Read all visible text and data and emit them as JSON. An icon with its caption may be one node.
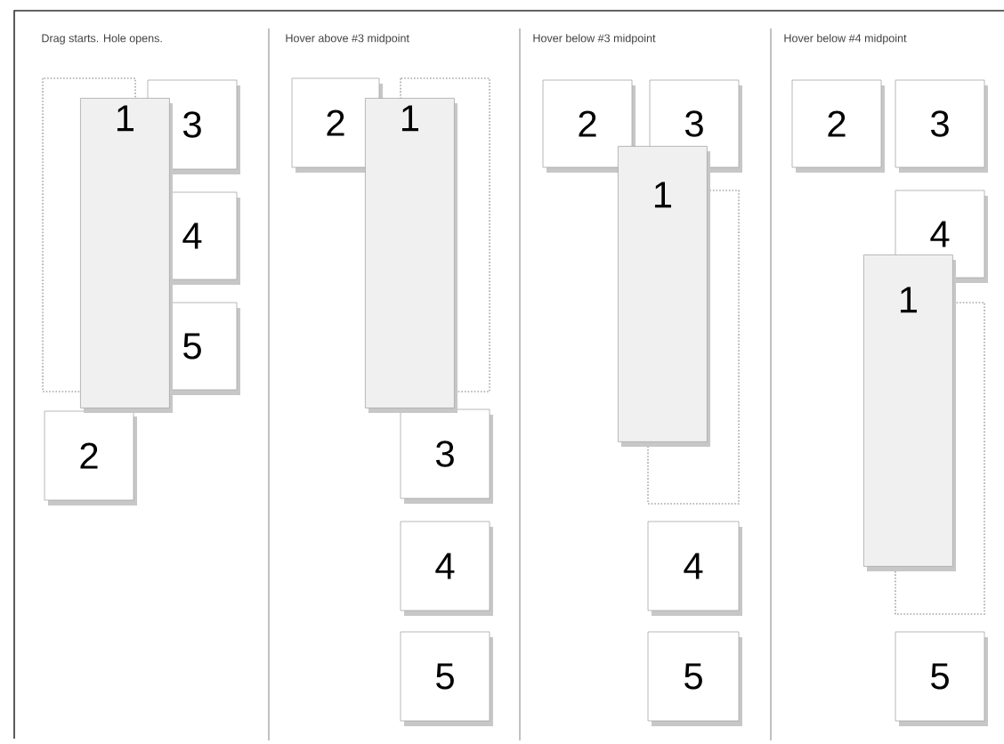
{
  "diagram": {
    "nodes": [
      {
        "text": [
          "3"
        ]
      },
      {
        "text": [
          "1"
        ]
      },
      {
        "text": [
          "4"
        ]
      },
      {
        "text": [
          "5"
        ]
      },
      {
        "text": [
          "2"
        ]
      },
      {
        "text": [
          "2"
        ]
      },
      {
        "text": [
          "1"
        ]
      },
      {
        "text": [
          "3"
        ]
      },
      {
        "text": [
          "4"
        ]
      },
      {
        "text": [
          "5"
        ]
      },
      {
        "text": [
          "2"
        ]
      },
      {
        "text": [
          "3"
        ]
      },
      {
        "text": [
          "1"
        ]
      },
      {
        "text": [
          "4"
        ]
      },
      {
        "text": [
          "5"
        ]
      },
      {
        "text": [
          "2"
        ]
      },
      {
        "text": [
          "3"
        ]
      },
      {
        "text": [
          "4"
        ]
      },
      {
        "text": [
          "1"
        ]
      },
      {
        "text": [
          "5"
        ]
      }
    ],
    "labels": [
      "Drag starts. Hole opens.",
      "Hover above #3 midpoint",
      "Hover below #3 midpoint",
      "Hover below #4 midpoint"
    ]
  }
}
